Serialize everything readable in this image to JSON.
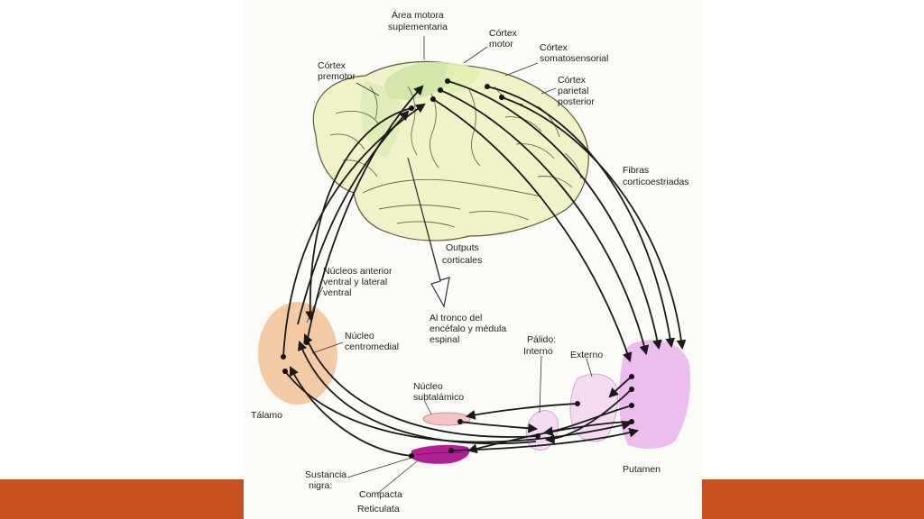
{
  "slide": {
    "accent_color": "#c8511f",
    "background": "#ffffff"
  },
  "diagram": {
    "labels": {
      "area_motora_1": "Área motora",
      "area_motora_2": "suplementaria",
      "cortex_motor_1": "Córtex",
      "cortex_motor_2": "motor",
      "cortex_soma_1": "Córtex",
      "cortex_soma_2": "somatosensorial",
      "cortex_premotor_1": "Córtex",
      "cortex_premotor_2": "premotor",
      "cortex_parietal_1": "Córtex",
      "cortex_parietal_2": "parietal",
      "cortex_parietal_3": "posterior",
      "fibras_1": "Fibras",
      "fibras_2": "corticoestriadas",
      "outputs_1": "Outputs",
      "outputs_2": "corticales",
      "tronco_1": "Al tronco del",
      "tronco_2": "encéfalo y médula",
      "tronco_3": "espinal",
      "nucleos_1": "Núcleos anterior",
      "nucleos_2": "ventral y lateral",
      "nucleos_3": "ventral",
      "nucleo_cm_1": "Núcleo",
      "nucleo_cm_2": "centromedial",
      "palido": "Pálido:",
      "interno": "Interno",
      "externo": "Externo",
      "subtalamico_1": "Núcleo",
      "subtalamico_2": "subtalámico",
      "talamo": "Tálamo",
      "sustancia_1": "Sustancia",
      "sustancia_2": "nigra:",
      "compacta": "Compacta",
      "reticulata": "Reticulata",
      "putamen": "Putamen"
    },
    "colors": {
      "brain_fill": "#f1f2c8",
      "brain_outline": "#5a5a3a",
      "sma_fill": "#cfe6a6",
      "motor_fill": "#e2efae",
      "thalamus_fill": "#f2c49a",
      "putamen_fill": "#ebb6ec",
      "pallidum_fill": "#f4d8f2",
      "subthalamic_fill": "#f3c4c4",
      "nigra_fill": "#b21e94",
      "pathway": "#1a1a1a"
    }
  }
}
